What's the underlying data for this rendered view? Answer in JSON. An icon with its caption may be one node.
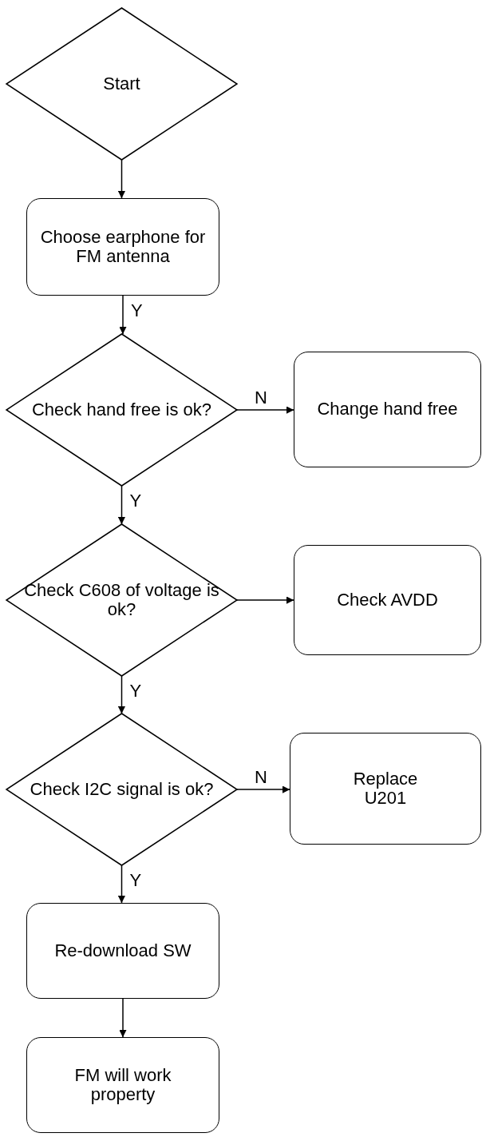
{
  "diagram": {
    "nodes": [
      {
        "text": [
          "Start"
        ]
      },
      {
        "text": [
          "Choose earphone for FM antenna"
        ]
      },
      {
        "text": [
          "Check hand free is ok?"
        ]
      },
      {
        "text": [
          "Change hand free"
        ]
      },
      {
        "text": [
          "Check C608 of voltage is ok?"
        ]
      },
      {
        "text": [
          "Check AVDD"
        ]
      },
      {
        "text": [
          "Check I2C signal is ok?"
        ]
      },
      {
        "text": [
          "Replace U201"
        ]
      },
      {
        "text": [
          "Re-download SW"
        ]
      },
      {
        "text": [
          "FM will work property"
        ]
      }
    ],
    "edges": [
      {
        "from": 0,
        "to": 1,
        "arrow": "to"
      },
      {
        "from": 1,
        "to": 2,
        "arrow": "to",
        "label": "Y"
      },
      {
        "from": 2,
        "to": 3,
        "arrow": "to",
        "label": "N"
      },
      {
        "from": 2,
        "to": 4,
        "arrow": "to",
        "label": "Y"
      },
      {
        "from": 4,
        "to": 5,
        "arrow": "to"
      },
      {
        "from": 4,
        "to": 6,
        "arrow": "to",
        "label": "Y"
      },
      {
        "from": 6,
        "to": 7,
        "arrow": "to",
        "label": "N"
      },
      {
        "from": 6,
        "to": 8,
        "arrow": "to",
        "label": "Y"
      },
      {
        "from": 8,
        "to": 9,
        "arrow": "to"
      }
    ]
  }
}
